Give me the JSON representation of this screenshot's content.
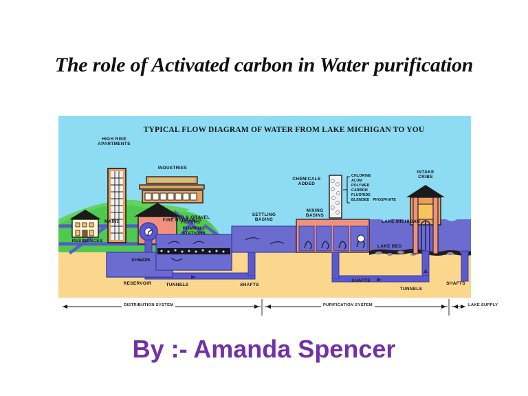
{
  "slide": {
    "title": "The role of Activated carbon in Water purification",
    "byline": "By :- Amanda Spencer",
    "title_color": "#101010",
    "byline_color": "#7331A8",
    "background_color": "#FFFFFF"
  },
  "diagram": {
    "heading": "TYPICAL FLOW DIAGRAM OF WATER FROM LAKE MICHIGAN TO YOU",
    "colors": {
      "sky": "#8DDCF3",
      "grass": "#4FC94F",
      "sand": "#FBD68D",
      "water": "#6B6BD0",
      "pipe": "#5A5ACB",
      "building_tan": "#E8A05C",
      "building_pink": "#F0907E",
      "roof_dark": "#1A1A1A",
      "lakebed": "#1E1E28",
      "chem_tube": "#F2F2F2"
    },
    "labels": {
      "highrise": "HIGH RISE\nAPARTMENTS",
      "industries": "INDUSTRIES",
      "fire_hydrants": "FIRE HYDRANTS",
      "mains": "MAINS",
      "residences": "RESIDENCES",
      "pumping_stations": "PUMPING\nSTATIONS",
      "shafts_left": "SHAFTS",
      "tunnels_left": "TUNNELS",
      "shafts_mid": "SHAFTS",
      "reservoir": "RESERVOIR",
      "sand_gravel_filters": "SAND & GRAVEL\nFILTERS",
      "settling_basins": "SETTLING\nBASINS",
      "mixing_basins": "MIXING\nBASINS",
      "chemicals_added": "CHEMICALS\nADDED",
      "lake_michigan": "LAKE MICHIGAN",
      "lake_bed": "LAKE BED",
      "intake_cribs": "INTAKE\nCRIBS",
      "shafts_right1": "SHAFTS",
      "tunnels_right": "TUNNELS",
      "shafts_right2": "SHAFTS"
    },
    "chemicals": [
      "CHLORINE",
      "ALUM",
      "POLYMER",
      "CARBON",
      "FLUORIDE",
      "BLENDED   PHOSPHATE"
    ],
    "legend": [
      {
        "label": "DISTRIBUTION SYSTEM"
      },
      {
        "label": "PURIFICATION SYSTEM"
      },
      {
        "label": "LAKE SUPPLY"
      }
    ]
  }
}
